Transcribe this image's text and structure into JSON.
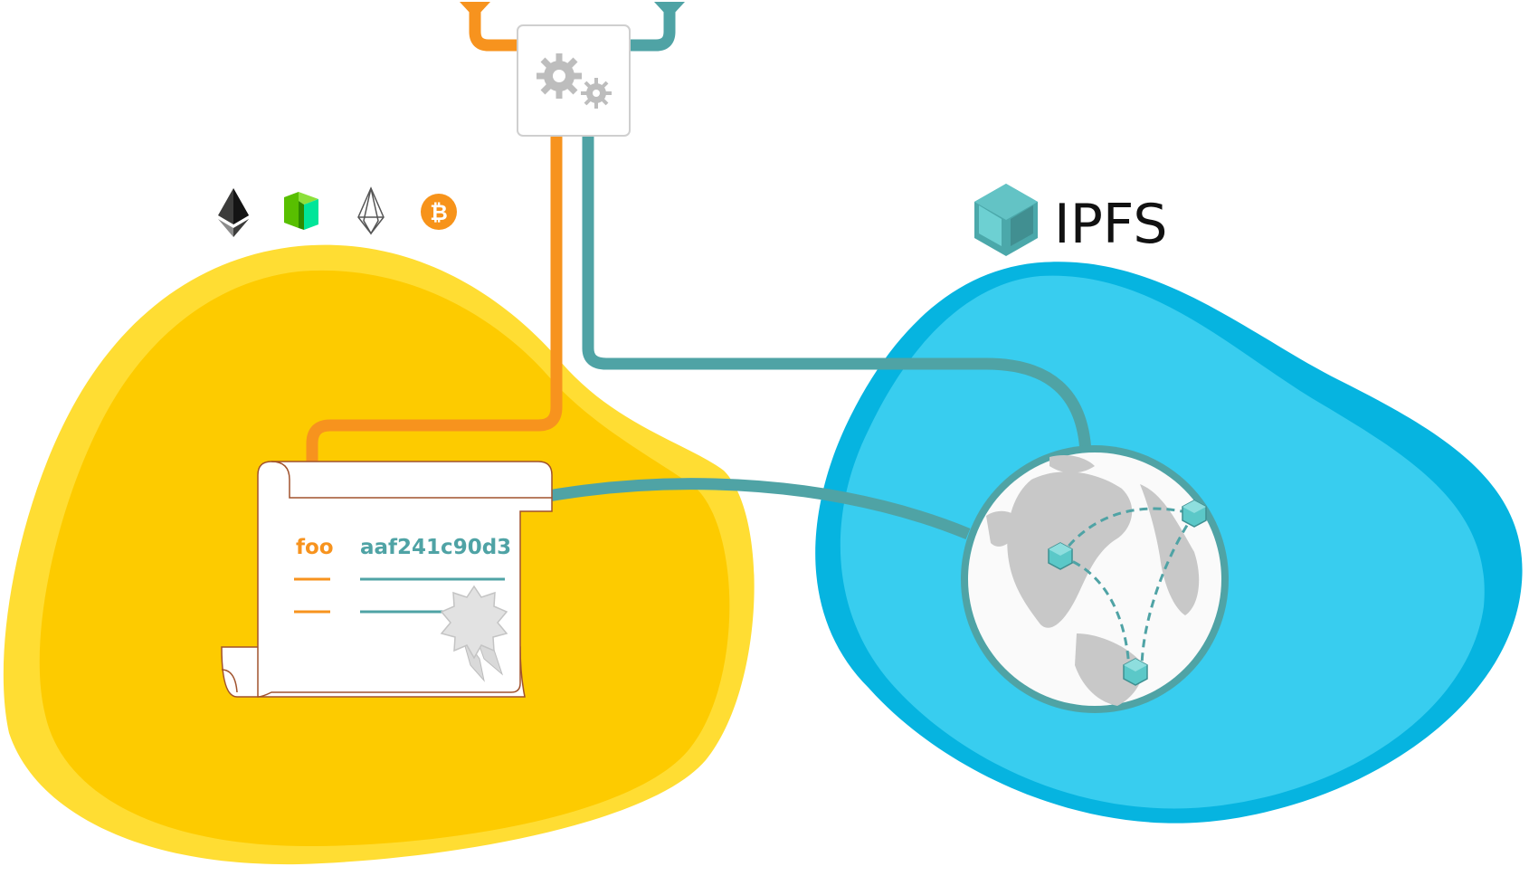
{
  "ipfs_label": "IPFS",
  "record": {
    "key": "foo",
    "hash": "aaf241c90d3"
  },
  "blockchain_icons": [
    "ethereum-icon",
    "neo-icon",
    "eos-icon",
    "bitcoin-icon"
  ],
  "colors": {
    "orange": "#F7931E",
    "teal": "#4FA3A5",
    "yellow_blob": "#FDCB00",
    "yellow_blob_light": "#FFDD33",
    "blue_blob": "#38CDEF",
    "blue_blob_dark": "#06B4E0",
    "globe_land": "#C8C8C8",
    "cube": "#5BC8C8",
    "ipfs_cube": "#4BA8AA"
  }
}
